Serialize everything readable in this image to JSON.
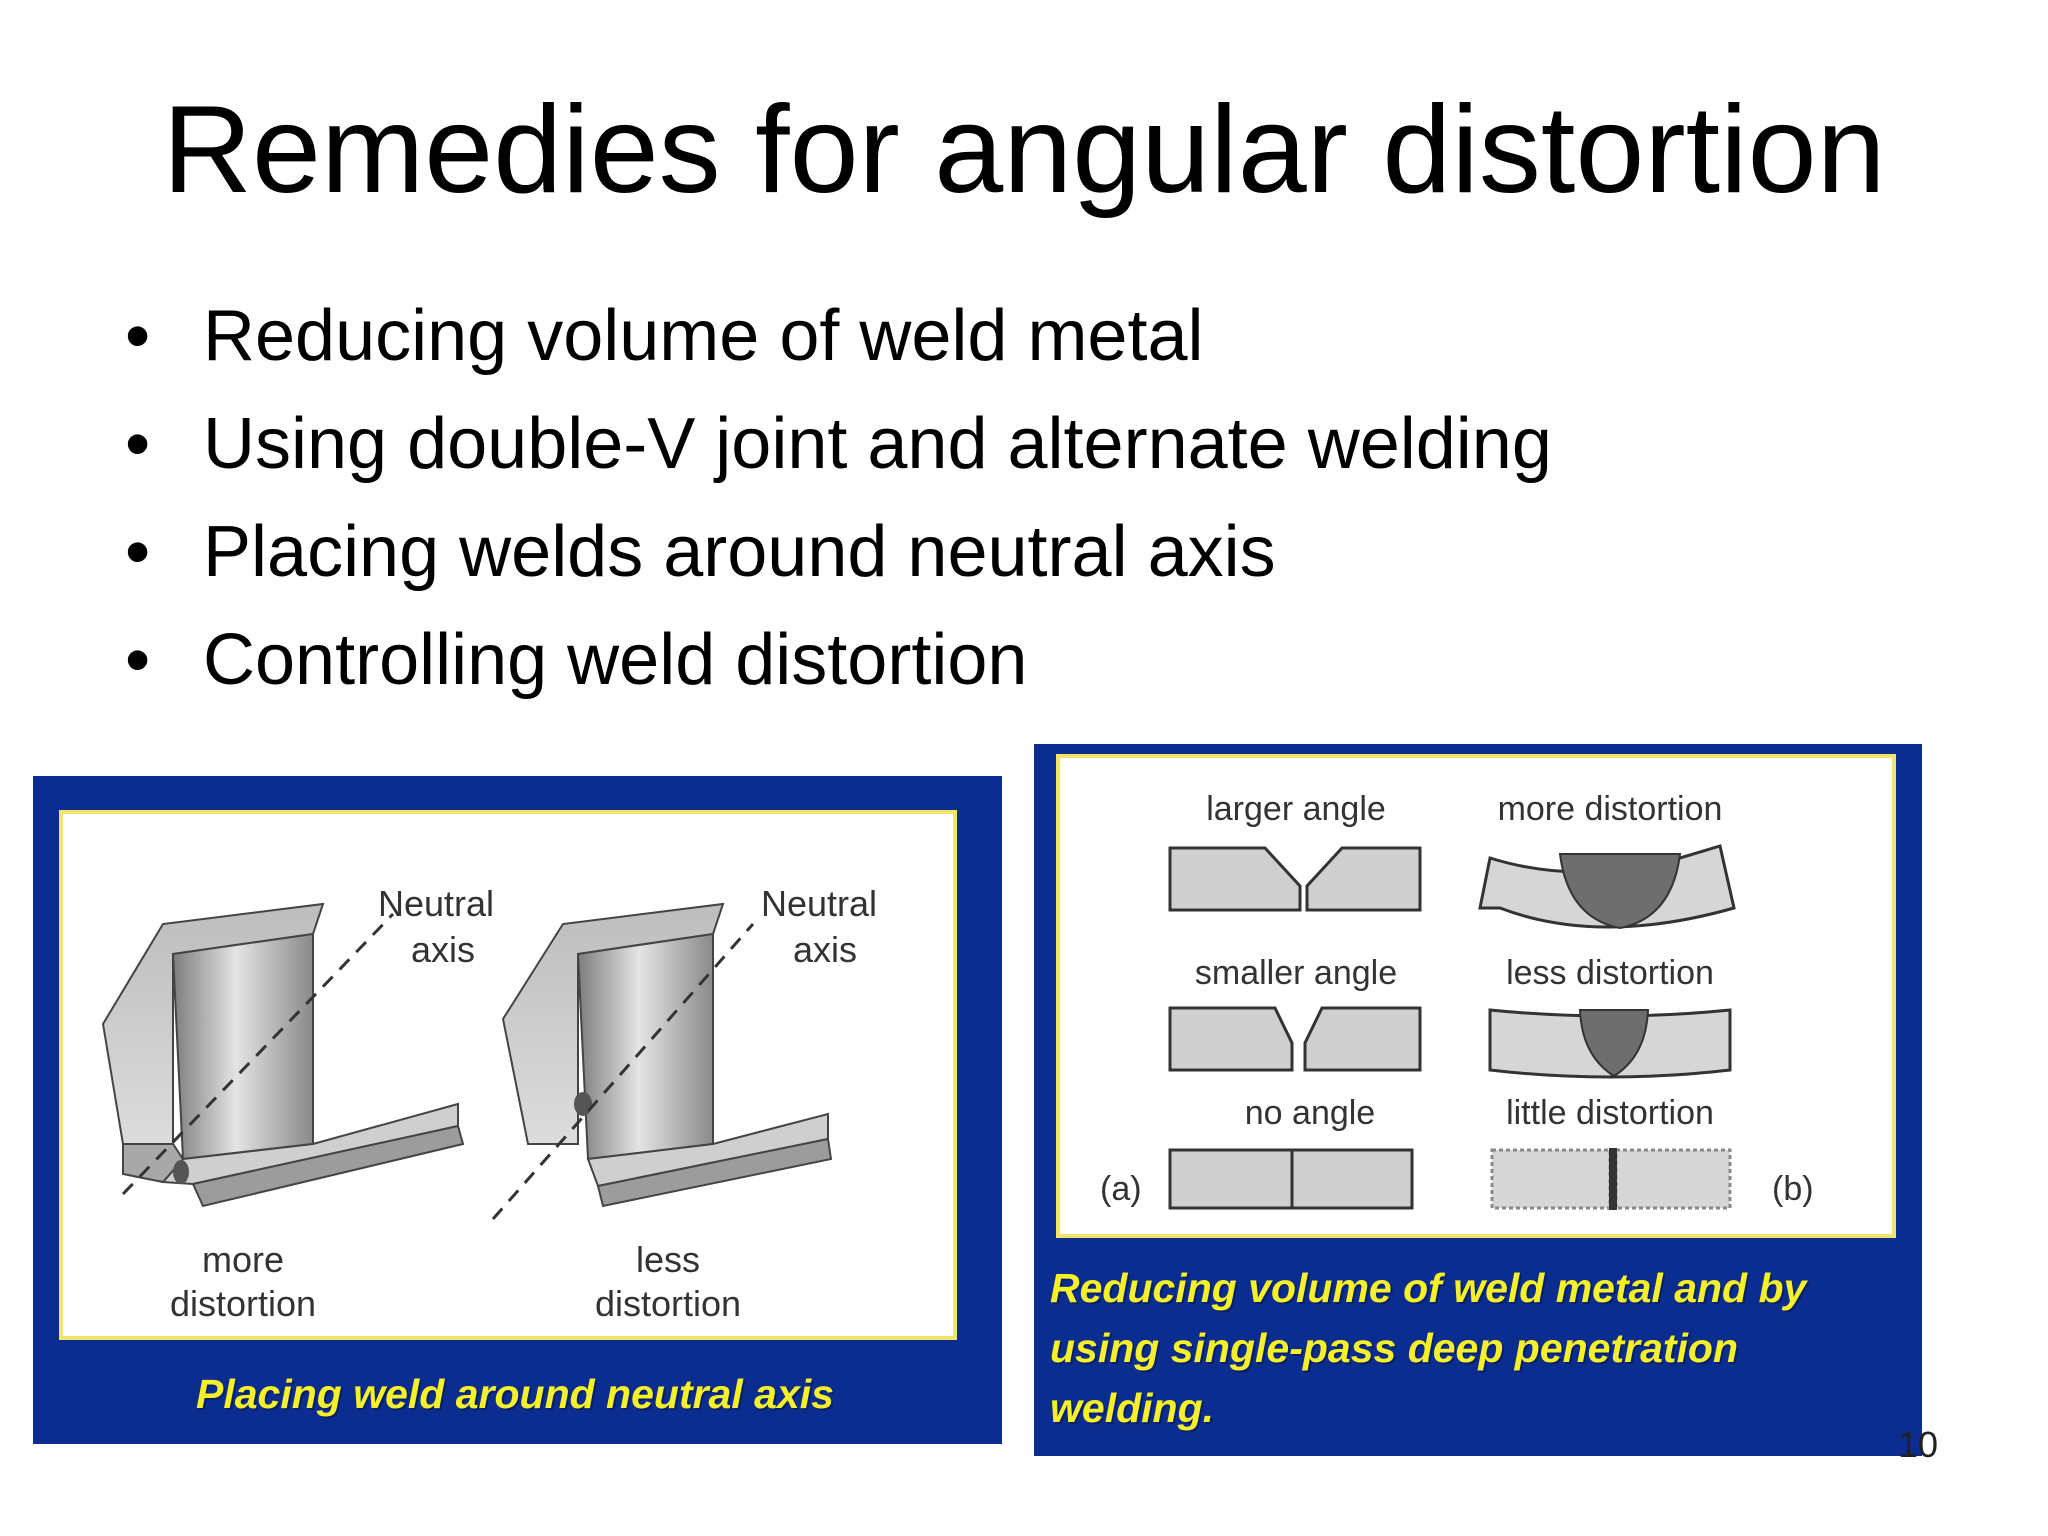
{
  "title": "Remedies for angular distortion",
  "bullets": [
    "Reducing volume of weld metal",
    "Using double-V joint and alternate welding",
    "Placing welds around neutral axis",
    "Controlling weld distortion"
  ],
  "bullet_symbol": "•",
  "figure_left": {
    "caption": "Placing weld around neutral axis",
    "labels": {
      "neutral_axis_1_line1": "Neutral",
      "neutral_axis_1_line2": "axis",
      "neutral_axis_2_line1": "Neutral",
      "neutral_axis_2_line2": "axis",
      "left_result_line1": "more",
      "left_result_line2": "distortion",
      "right_result_line1": "less",
      "right_result_line2": "distortion"
    }
  },
  "figure_right": {
    "caption": "Reducing volume of weld metal and by using single-pass deep penetration welding.",
    "labels": {
      "larger_angle": "larger angle",
      "more_distortion": "more distortion",
      "smaller_angle": "smaller angle",
      "less_distortion": "less distortion",
      "no_angle": "no angle",
      "little_distortion": "little distortion",
      "part_a": "(a)",
      "part_b": "(b)"
    }
  },
  "page_number": "10",
  "colors": {
    "panel_blue": "#0b2d8f",
    "caption_yellow": "#f5f02a",
    "frame_yellow": "#f0e46a"
  }
}
